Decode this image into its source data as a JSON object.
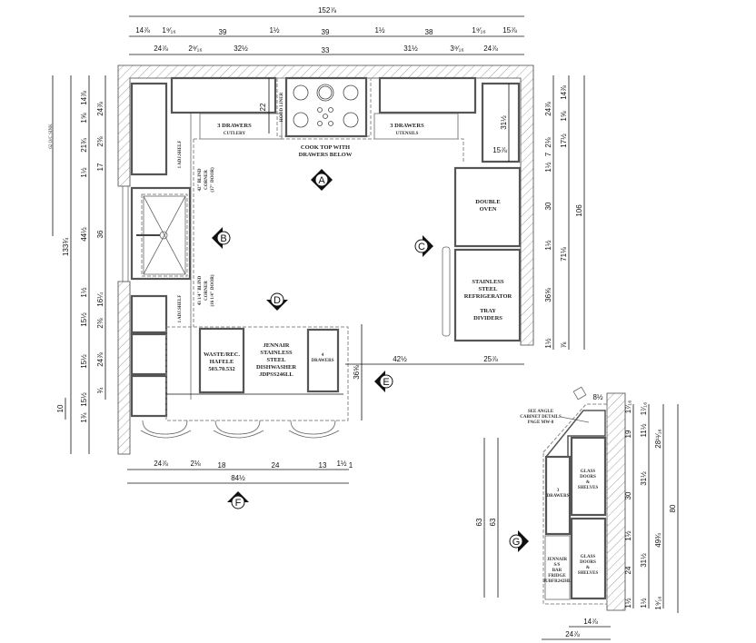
{
  "dims": {
    "top_overall": "152⅞",
    "top_row2": [
      "14⅞",
      "1⁹⁄₁₆",
      "39",
      "1½",
      "39",
      "1½",
      "38",
      "1⁹⁄₁₆",
      "15⅞"
    ],
    "top_row3": [
      "24⅞",
      "2⁹⁄₁₆",
      "32½",
      "33",
      "31½",
      "3⁹⁄₁₆",
      "24⅞"
    ],
    "hood_depth": "22",
    "right_tall": "31½",
    "right_tall_w": "15⅞",
    "left_sink_oc": "62 O/C SINK",
    "left_overall": "133¾",
    "left_col1": [
      "14⅞",
      "1⅝",
      "21¾",
      "1½",
      "44½",
      "1½",
      "15½",
      "15½",
      "15½",
      "1¾"
    ],
    "left_col1_extra": "10",
    "left_col2": [
      "24⅞",
      "2⅜",
      "17",
      "36",
      "16¼",
      "2⅜",
      "24⅞",
      "¾"
    ],
    "right_col1": [
      "24⅞",
      "2⅛",
      "7",
      "1½",
      "30",
      "1½",
      "36⅝",
      "1½"
    ],
    "right_col2": [
      "14⅞",
      "1⅝",
      "17½",
      "71⅛",
      "⅞"
    ],
    "right_overall": "106",
    "island_right": "42½",
    "island_right2": "25⅞",
    "island_depth": "36⅝",
    "bottom_row1": [
      "24⅞",
      "2⅛",
      "18",
      "24",
      "13",
      "1½",
      "1"
    ],
    "bottom_overall": "84½",
    "g_top": "8½",
    "g_left": [
      "63",
      "63"
    ],
    "g_col1": [
      "1⁷⁄₁₆",
      "19",
      "30",
      "1½",
      "24",
      "1½"
    ],
    "g_col2": [
      "1⁷⁄₁₆",
      "11½",
      "31½",
      "31½",
      "1½"
    ],
    "g_col3": [
      "28¹¹⁄₁₆",
      "49¾",
      "1⁹⁄₁₆"
    ],
    "g_overall": "80",
    "g_bottom1": "14⅞",
    "g_bottom2": "24⅞"
  },
  "labels": {
    "drawers_left": "3 DRAWERS",
    "drawers_left_sub": "CUTLERY",
    "drawers_right": "3 DRAWERS",
    "drawers_right_sub": "UTENSILS",
    "hood": "HOOD LINER",
    "cooktop": [
      "COOK TOP WITH",
      "DRAWERS BELOW"
    ],
    "shelf_upper": "1 ADJ.SHELF",
    "shelf_lower": "1 ADJ.SHELF",
    "blind_upper": [
      "42\" BLIND",
      "CORNER",
      "(17\" DOOR)"
    ],
    "blind_lower": [
      "43 1/4\" BLIND",
      "CORNER",
      "(16 1/4\" DOOR)"
    ],
    "oven": [
      "DOUBLE",
      "OVEN"
    ],
    "fridge": [
      "STAINLESS",
      "STEEL",
      "REFRIGERATOR",
      "",
      "TRAY",
      "DIVIDERS"
    ],
    "waste": [
      "WASTE/REC.",
      "HAFELE",
      "503.70.532"
    ],
    "dishwasher": [
      "JENNAIR",
      "STAINLESS",
      "STEEL",
      "DISHWASHER",
      "JDPSS246LL"
    ],
    "four_drawers": [
      "4",
      "DRAWERS"
    ],
    "g_note": [
      "SEE ANGLE",
      "CABINET DETAILS",
      "PAGE MW-8"
    ],
    "g_glass_upper": [
      "GLASS",
      "DOORS",
      "&",
      "SHELVES"
    ],
    "g_glass_lower": [
      "GLASS",
      "DOORS",
      "&",
      "SHELVES"
    ],
    "g_drawers": [
      "3",
      "DRAWERS"
    ],
    "g_fridge": [
      "JENNAIR",
      "S/S",
      "BAR",
      "FRIDGE",
      "JUBFR242HL"
    ]
  },
  "markers": {
    "a": "A",
    "b": "B",
    "c": "C",
    "d": "D",
    "e": "E",
    "f": "F",
    "g": "G"
  }
}
